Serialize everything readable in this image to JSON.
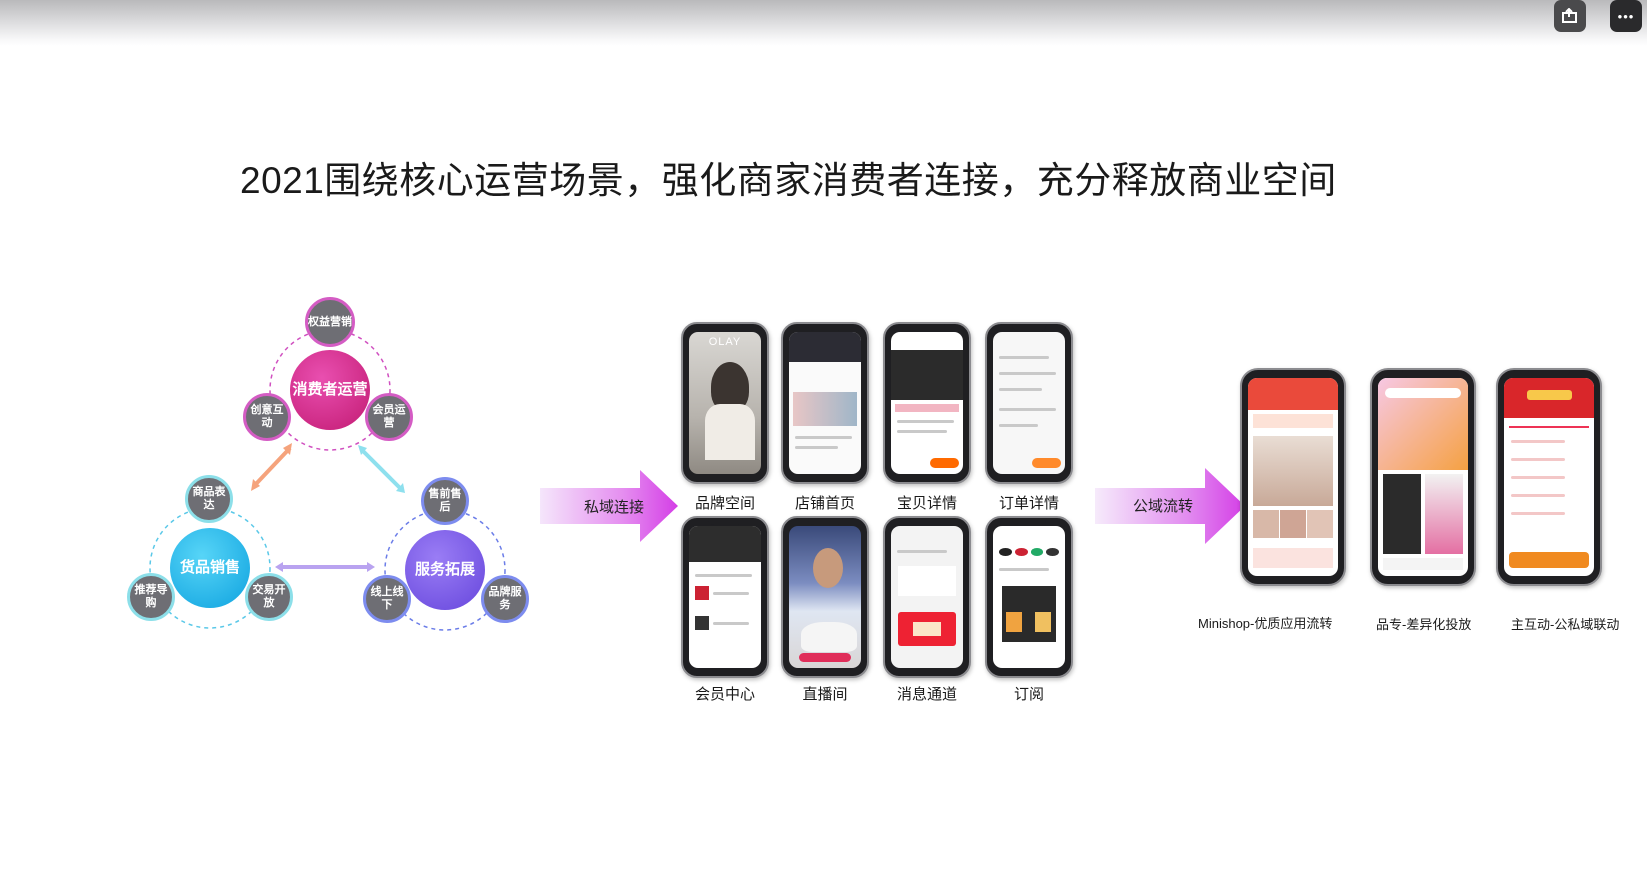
{
  "window": {
    "buttons": [
      {
        "icon": "share-icon"
      },
      {
        "icon": "more-icon",
        "glyph": "•••"
      }
    ]
  },
  "slide": {
    "title": "2021围绕核心运营场景，强化商家消费者连接，充分释放商业空间"
  },
  "diagram": {
    "clusters": [
      {
        "center": "消费者运营",
        "color": "#d6358f",
        "satellites": [
          "权益营销",
          "创意互动",
          "会员运营"
        ]
      },
      {
        "center": "货品销售",
        "color": "#22b4e6",
        "satellites": [
          "商品表达",
          "推荐导购",
          "交易开放"
        ]
      },
      {
        "center": "服务拓展",
        "color": "#7a5ce8",
        "satellites": [
          "售前售后",
          "线上线下",
          "品牌服务"
        ]
      }
    ]
  },
  "flow": {
    "private_label": "私域连接",
    "public_label": "公域流转"
  },
  "private_phones": {
    "top_row": [
      "品牌空间",
      "店铺首页",
      "宝贝详情",
      "订单详情"
    ],
    "bottom_row": [
      "会员中心",
      "直播间",
      "消息通道",
      "订阅"
    ],
    "brand_logo": "OLAY"
  },
  "public_phones": {
    "labels": [
      "Minishop-优质应用流转",
      "品专-差异化投放",
      "主互动-公私域联动"
    ]
  },
  "colors": {
    "accent_pink": "#d6358f",
    "accent_blue": "#22b4e6",
    "accent_purple": "#7a5ce8",
    "arrow_gradient_start": "#f3e4fa",
    "arrow_gradient_end": "#d949e8"
  }
}
